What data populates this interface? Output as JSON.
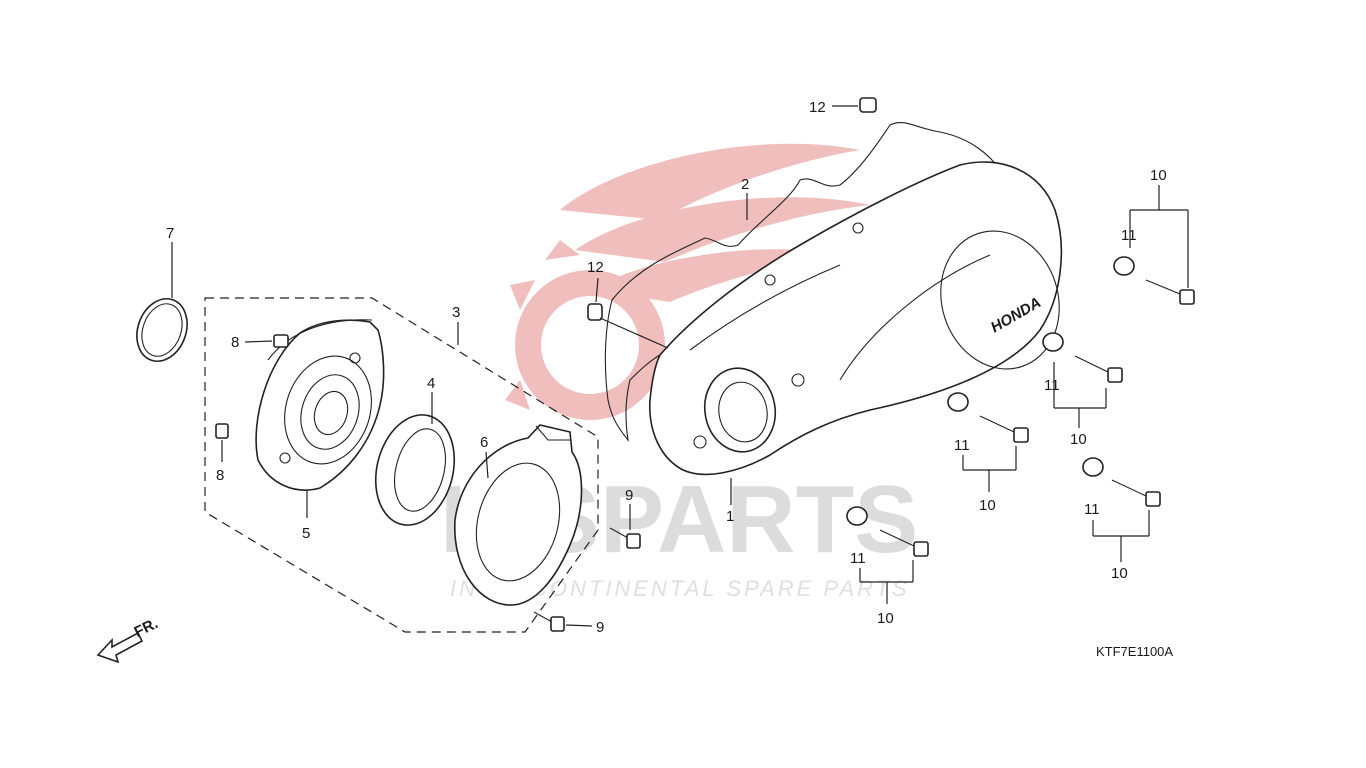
{
  "diagram": {
    "code": "KTF7E1100A",
    "front_marker": "FR.",
    "brand_on_cover": "HONDA"
  },
  "watermark": {
    "brand": "ICSPARTS",
    "tagline": "INTERCONTINENTAL SPARE PARTS",
    "color": "#e8a0a0"
  },
  "callouts": {
    "c1": "1",
    "c2": "2",
    "c3": "3",
    "c4": "4",
    "c5": "5",
    "c6": "6",
    "c7": "7",
    "c8a": "8",
    "c8b": "8",
    "c9a": "9",
    "c9b": "9",
    "c10a": "10",
    "c10b": "10",
    "c10c": "10",
    "c10d": "10",
    "c10e": "10",
    "c11a": "11",
    "c11b": "11",
    "c11c": "11",
    "c11d": "11",
    "c11e": "11",
    "c12a": "12",
    "c12b": "12"
  }
}
